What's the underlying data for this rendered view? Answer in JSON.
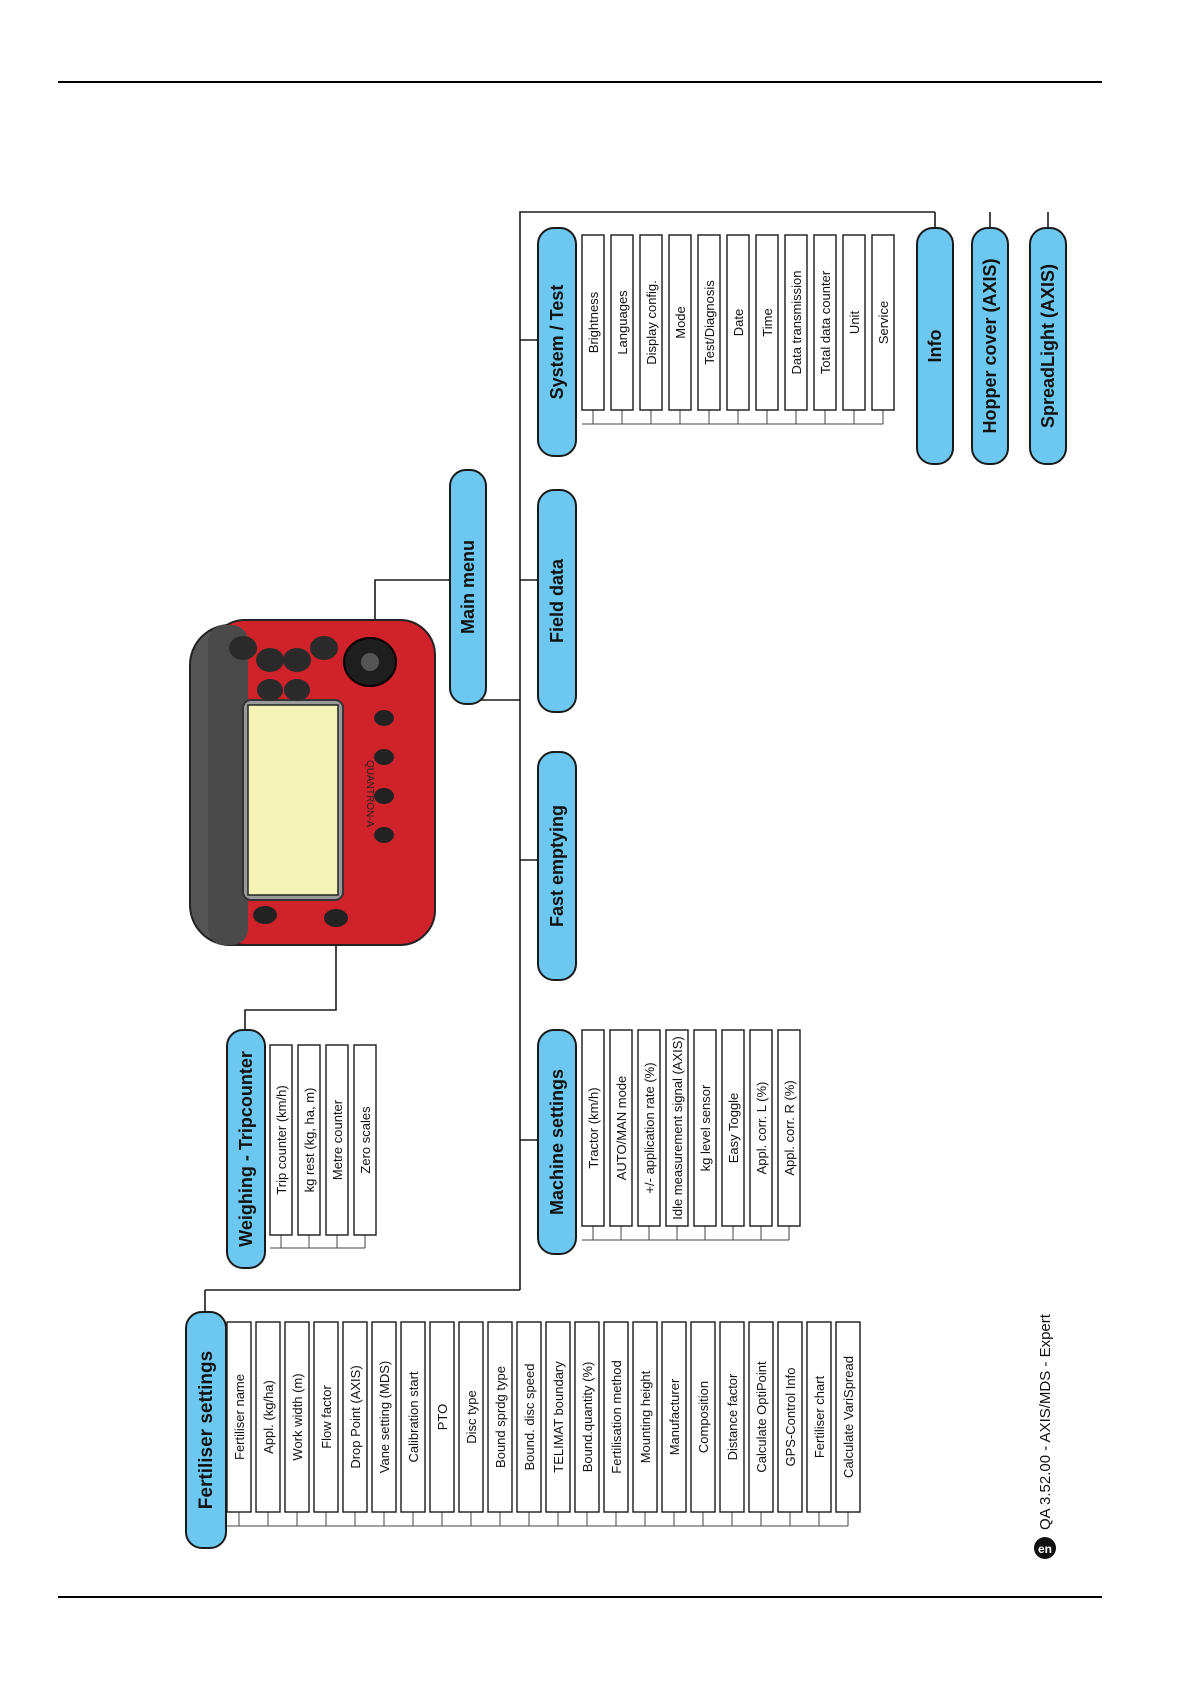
{
  "main_menu": {
    "label": "Main menu"
  },
  "weighing": {
    "title": "Weighing - Tripcounter",
    "items": [
      "Trip counter (km/h)",
      "kg rest (kg, ha, m)",
      "Metre counter",
      "Zero scales"
    ]
  },
  "fertiliser": {
    "title": "Fertiliser settings",
    "items": [
      "Fertiliser name",
      "Appl. (kg/ha)",
      "Work width (m)",
      "Flow factor",
      "Drop Point (AXIS)",
      "Vane setting (MDS)",
      "Calibration start",
      "PTO",
      "Disc type",
      "Bound sprdg type",
      "Bound. disc speed",
      "TELIMAT boundary",
      "Bound.quantity (%)",
      "Fertilisation method",
      "Mounting height",
      "Manufacturer",
      "Composition",
      "Distance factor",
      "Calculate OptiPoint",
      "GPS-Control Info",
      "Fertiliser chart",
      "Calculate VariSpread"
    ]
  },
  "machine": {
    "title": "Machine settings",
    "items": [
      "Tractor (km/h)",
      "AUTO/MAN mode",
      "+/- application rate (%)",
      "Idle measurement signal (AXIS)",
      "kg level sensor",
      "Easy Toggle",
      "Appl. corr. L (%)",
      "Appl. corr. R (%)"
    ]
  },
  "fast_emptying": {
    "title": "Fast emptying"
  },
  "field_data": {
    "title": "Field data"
  },
  "system": {
    "title": "System / Test",
    "items": [
      "Brightness",
      "Languages",
      "Display config.",
      "Mode",
      "Test/Diagnosis",
      "Date",
      "Time",
      "Data transmission",
      "Total data counter",
      "Unit",
      "Service"
    ]
  },
  "extras": [
    "Info",
    "Hopper cover (AXIS)",
    "SpreadLight (AXIS)"
  ],
  "device": {
    "brand": "QUANTRON-A"
  },
  "footer": {
    "badge": "en",
    "text": "QA 3.52.00 - AXIS/MDS - Expert"
  },
  "colors": {
    "bubble": "#6cc8f0",
    "device_red": "#d0222a",
    "device_dark": "#3a3a3a",
    "screen": "#f6f3b8"
  }
}
